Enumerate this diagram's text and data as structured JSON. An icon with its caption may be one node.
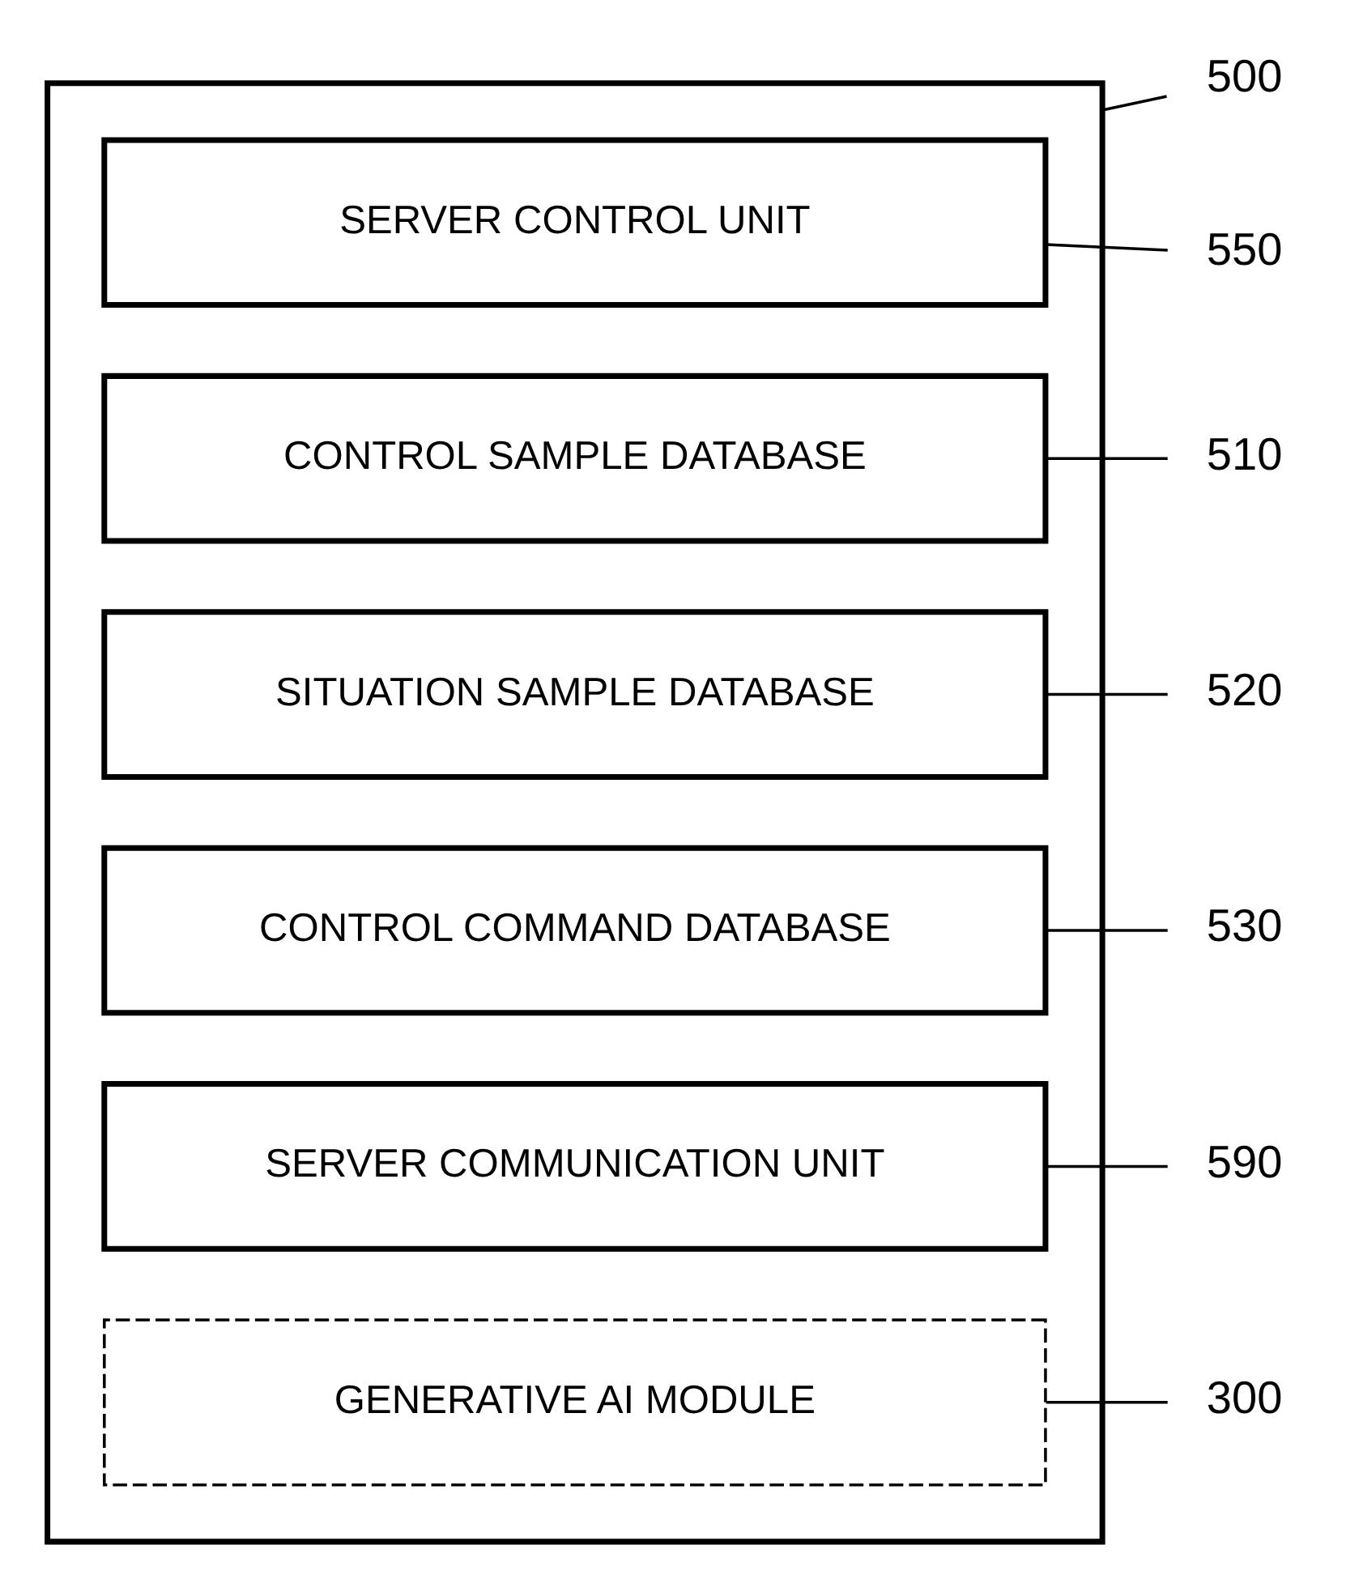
{
  "diagram": {
    "nodes": [
      {
        "text": [],
        "shape": "box"
      },
      {
        "text": [
          "SERVER CONTROL UNIT"
        ],
        "in": 0
      },
      {
        "text": [
          "CONTROL SAMPLE DATABASE"
        ],
        "in": 0
      },
      {
        "text": [
          "SITUATION SAMPLE DATABASE"
        ],
        "in": 0
      },
      {
        "text": [
          "CONTROL COMMAND DATABASE"
        ],
        "in": 0
      },
      {
        "text": [
          "SERVER COMMUNICATION UNIT"
        ],
        "in": 0
      },
      {
        "text": [
          "GENERATIVE AI MODULE"
        ],
        "in": 0
      },
      {
        "text": [
          "500"
        ]
      },
      {
        "text": [
          "550"
        ]
      },
      {
        "text": [
          "510"
        ]
      },
      {
        "text": [
          "520"
        ]
      },
      {
        "text": [
          "530"
        ]
      },
      {
        "text": [
          "590"
        ]
      },
      {
        "text": [
          "300"
        ]
      }
    ],
    "edges": [
      {
        "from": 7,
        "to": 0,
        "arrow": "none"
      },
      {
        "from": 8,
        "to": 1,
        "arrow": "none"
      },
      {
        "from": 9,
        "to": 2,
        "arrow": "none"
      },
      {
        "from": 10,
        "to": 3,
        "arrow": "none"
      },
      {
        "from": 11,
        "to": 4,
        "arrow": "none"
      },
      {
        "from": 12,
        "to": 5,
        "arrow": "none"
      },
      {
        "from": 13,
        "to": 6,
        "arrow": "none"
      }
    ]
  }
}
